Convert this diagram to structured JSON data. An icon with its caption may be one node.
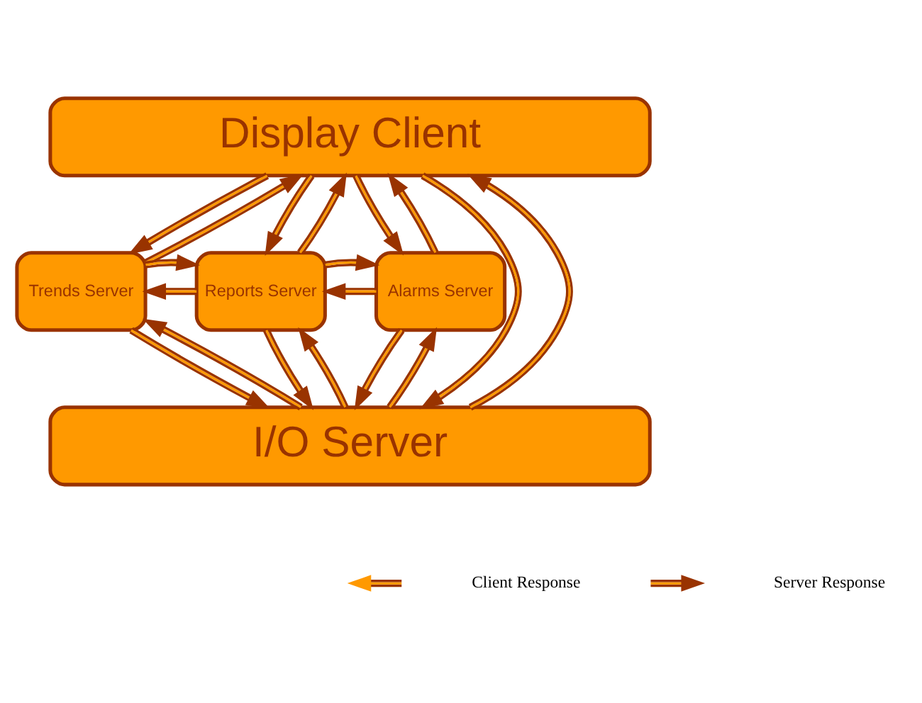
{
  "diagram": {
    "nodes": [
      {
        "text": [
          "Display Client"
        ]
      },
      {
        "text": [
          "Trends Server"
        ]
      },
      {
        "text": [
          "Reports Server"
        ]
      },
      {
        "text": [
          "Alarms Server"
        ]
      },
      {
        "text": [
          "I/O Server"
        ]
      }
    ],
    "edges": [
      {
        "from": 0,
        "to": 1,
        "arrow": "to"
      },
      {
        "from": 1,
        "to": 0,
        "arrow": "to"
      },
      {
        "from": 0,
        "to": 2,
        "arrow": "to"
      },
      {
        "from": 2,
        "to": 0,
        "arrow": "to"
      },
      {
        "from": 0,
        "to": 3,
        "arrow": "to"
      },
      {
        "from": 3,
        "to": 0,
        "arrow": "to"
      },
      {
        "from": 0,
        "to": 4,
        "arrow": "to"
      },
      {
        "from": 4,
        "to": 0,
        "arrow": "to"
      },
      {
        "from": 2,
        "to": 1,
        "arrow": "to"
      },
      {
        "from": 1,
        "to": 2,
        "arrow": "to"
      },
      {
        "from": 3,
        "to": 2,
        "arrow": "to"
      },
      {
        "from": 2,
        "to": 3,
        "arrow": "to"
      },
      {
        "from": 1,
        "to": 4,
        "arrow": "to"
      },
      {
        "from": 4,
        "to": 1,
        "arrow": "to"
      },
      {
        "from": 2,
        "to": 4,
        "arrow": "to"
      },
      {
        "from": 4,
        "to": 2,
        "arrow": "to"
      },
      {
        "from": 3,
        "to": 4,
        "arrow": "to"
      },
      {
        "from": 4,
        "to": 3,
        "arrow": "to"
      }
    ],
    "legend": [
      {
        "text": "Client Response"
      },
      {
        "text": "Server Response"
      }
    ]
  }
}
